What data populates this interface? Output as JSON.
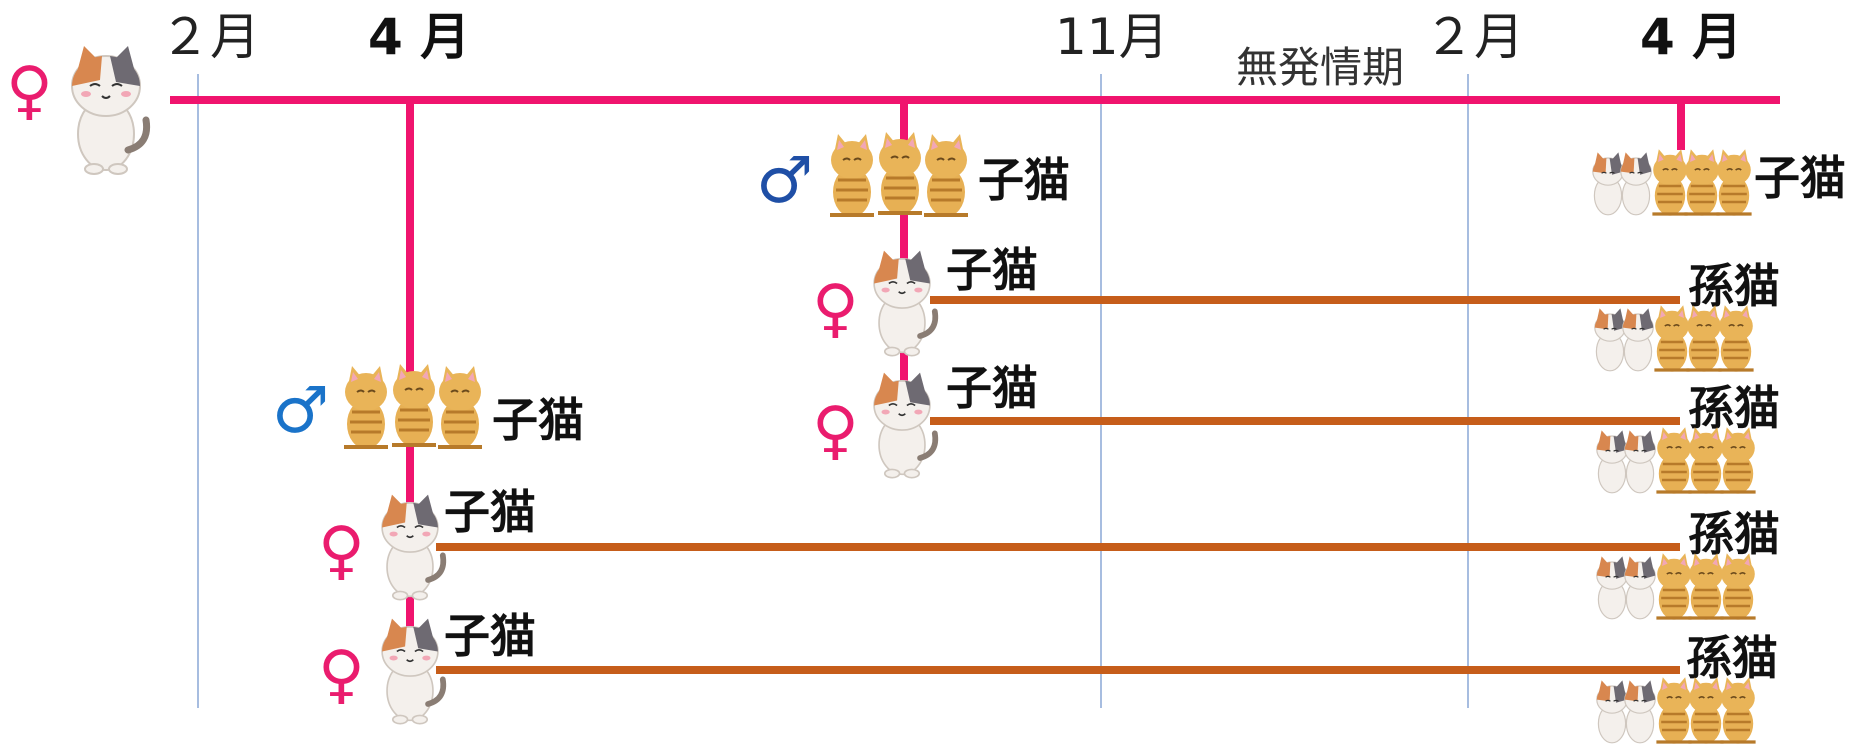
{
  "months": {
    "feb_1": "２月",
    "apr_1": "4 月",
    "nov": "11月",
    "feb_2": "２月",
    "apr_2": "4 月"
  },
  "season_label": "無発情期",
  "symbols": {
    "female": "♀",
    "male": "♂"
  },
  "labels": {
    "kitten": "子猫",
    "grandkitten": "孫猫"
  },
  "colors": {
    "main_line": "#f0146e",
    "descendant_line": "#c65d1a",
    "grid_line": "#8aa7d6",
    "female_symbol": "#ea1c6e",
    "male_symbol": "#1f4fa6",
    "calico_cat": "calico",
    "tabby_cat": "orange-tabby"
  }
}
